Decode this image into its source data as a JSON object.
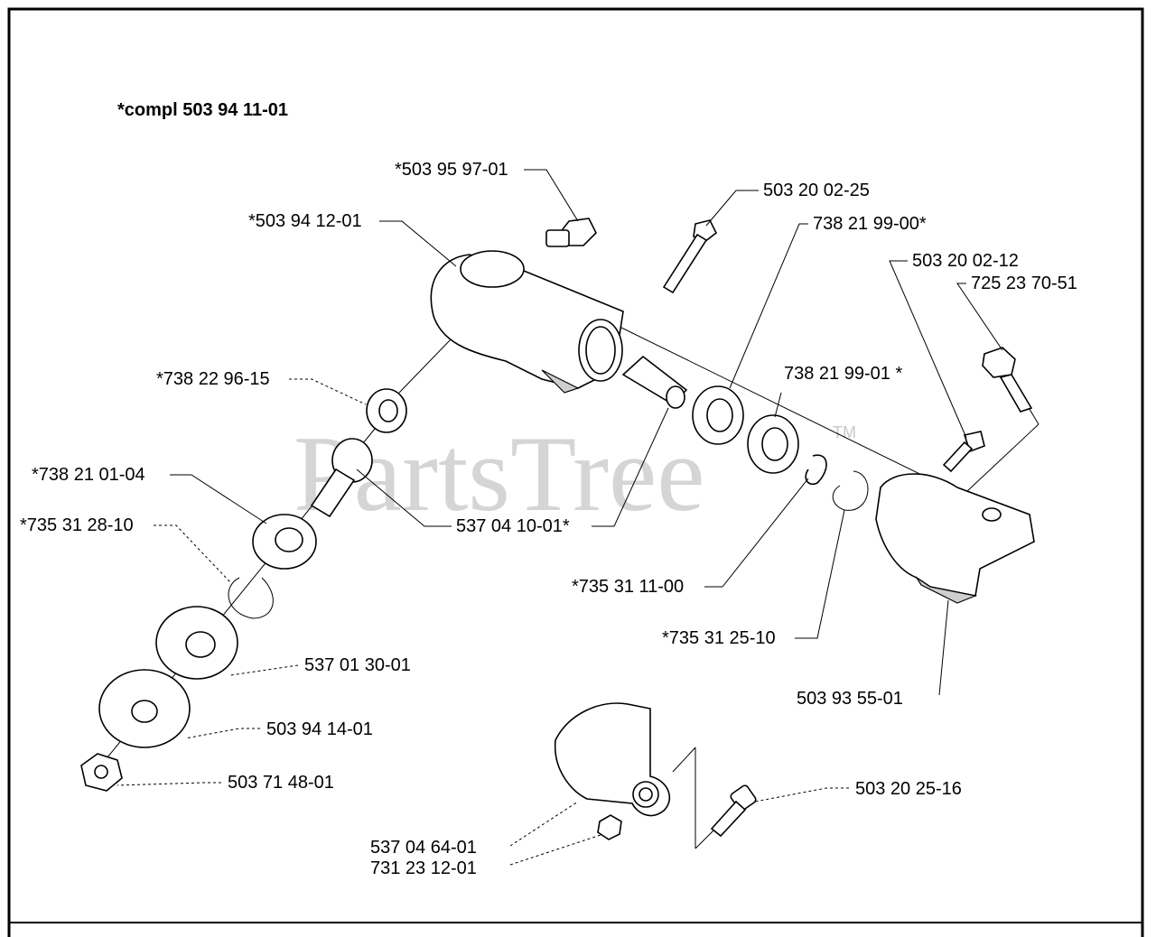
{
  "title": "*compl 503 94 11-01",
  "watermark": {
    "text": "PartsTree",
    "tm": "TM"
  },
  "labels": {
    "p_503959701": "*503 95 97-01",
    "p_503941201": "*503 94 12-01",
    "p_503200225": "503 20 02-25",
    "p_738219900": "738 21 99-00*",
    "p_503200212": "503 20 02-12",
    "p_725237051": "725 23 70-51",
    "p_738229615": "*738 22 96-15",
    "p_738219901": "738 21 99-01 *",
    "p_738210104": "*738 21 01-04",
    "p_735312810": "*735 31 28-10",
    "p_537041001": "537 04 10-01*",
    "p_735311100": "*735 31 11-00",
    "p_735312510": "*735 31 25-10",
    "p_537013001": "537 01 30-01",
    "p_503935501": "503 93 55-01",
    "p_503941401": "503 94 14-01",
    "p_503714801": "503 71 48-01",
    "p_503202516": "503 20 25-16",
    "p_537046401": "537 04 64-01",
    "p_731231201": "731 23 12-01"
  }
}
